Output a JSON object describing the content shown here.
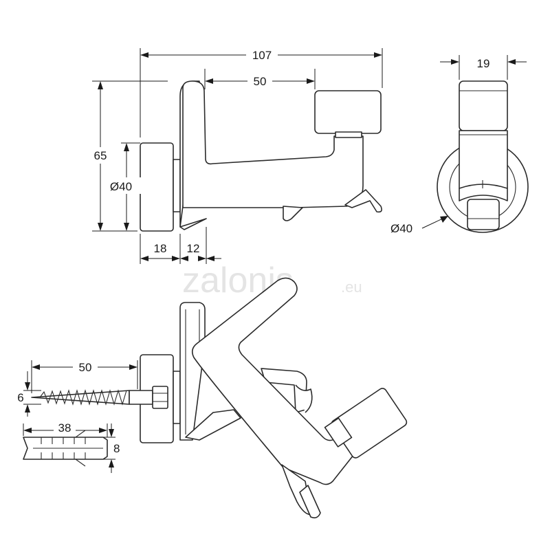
{
  "watermark": {
    "brand": "zalonis",
    "suffix": ".eu"
  },
  "dimensions": {
    "overall_length": "107",
    "arm_length": "50",
    "height": "65",
    "base_diameter": "Ø40",
    "base_thickness": "18",
    "offset": "12",
    "knob_width": "19",
    "side_diameter": "Ø40",
    "screw_length": "50",
    "screw_diameter": "6",
    "plug_length": "38",
    "plug_diameter": "8"
  }
}
